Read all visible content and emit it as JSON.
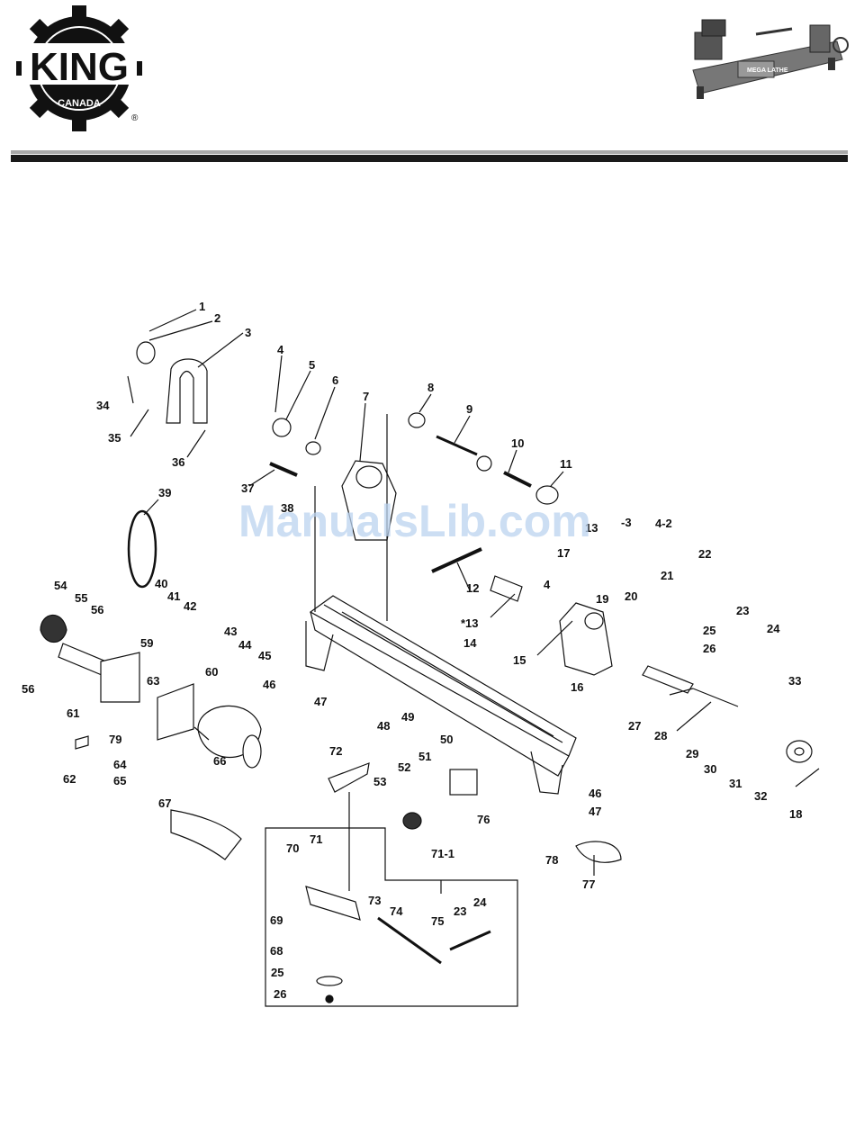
{
  "logo": {
    "brand": "KING",
    "sub": "CANADA",
    "reg": "®"
  },
  "watermark": "ManualsLib.com",
  "parts": [
    {
      "label": "1"
    },
    {
      "label": "2"
    },
    {
      "label": "3"
    },
    {
      "label": "4"
    },
    {
      "label": "5"
    },
    {
      "label": "6"
    },
    {
      "label": "7"
    },
    {
      "label": "8"
    },
    {
      "label": "9"
    },
    {
      "label": "10"
    },
    {
      "label": "11"
    },
    {
      "label": "12"
    },
    {
      "label": "*13"
    },
    {
      "label": "13"
    },
    {
      "label": "-3"
    },
    {
      "label": "4-2"
    },
    {
      "label": "14"
    },
    {
      "label": "15"
    },
    {
      "label": "16"
    },
    {
      "label": "17"
    },
    {
      "label": "4"
    },
    {
      "label": "19"
    },
    {
      "label": "20"
    },
    {
      "label": "21"
    },
    {
      "label": "22"
    },
    {
      "label": "23"
    },
    {
      "label": "24"
    },
    {
      "label": "25"
    },
    {
      "label": "26"
    },
    {
      "label": "27"
    },
    {
      "label": "28"
    },
    {
      "label": "29"
    },
    {
      "label": "30"
    },
    {
      "label": "31"
    },
    {
      "label": "32"
    },
    {
      "label": "33"
    },
    {
      "label": "18"
    },
    {
      "label": "34"
    },
    {
      "label": "35"
    },
    {
      "label": "36"
    },
    {
      "label": "37"
    },
    {
      "label": "38"
    },
    {
      "label": "39"
    },
    {
      "label": "40"
    },
    {
      "label": "41"
    },
    {
      "label": "42"
    },
    {
      "label": "43"
    },
    {
      "label": "44"
    },
    {
      "label": "45"
    },
    {
      "label": "46"
    },
    {
      "label": "47"
    },
    {
      "label": "48"
    },
    {
      "label": "49"
    },
    {
      "label": "50"
    },
    {
      "label": "51"
    },
    {
      "label": "52"
    },
    {
      "label": "53"
    },
    {
      "label": "76"
    },
    {
      "label": "46"
    },
    {
      "label": "47"
    },
    {
      "label": "78"
    },
    {
      "label": "77"
    },
    {
      "label": "54"
    },
    {
      "label": "55"
    },
    {
      "label": "56"
    },
    {
      "label": "56"
    },
    {
      "label": "59"
    },
    {
      "label": "60"
    },
    {
      "label": "61"
    },
    {
      "label": "63"
    },
    {
      "label": "79"
    },
    {
      "label": "64"
    },
    {
      "label": "65"
    },
    {
      "label": "66"
    },
    {
      "label": "62"
    },
    {
      "label": "67"
    },
    {
      "label": "72"
    },
    {
      "label": "70"
    },
    {
      "label": "71"
    },
    {
      "label": "71-1"
    },
    {
      "label": "73"
    },
    {
      "label": "74"
    },
    {
      "label": "75"
    },
    {
      "label": "23"
    },
    {
      "label": "24"
    },
    {
      "label": "69"
    },
    {
      "label": "68"
    },
    {
      "label": "25"
    },
    {
      "label": "26"
    }
  ]
}
